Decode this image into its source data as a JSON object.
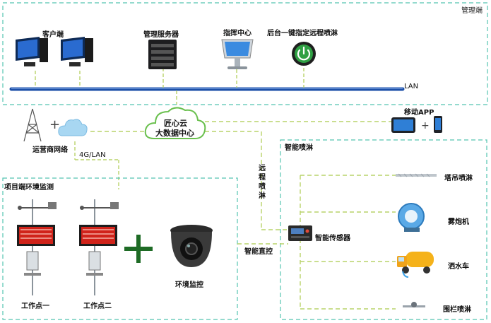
{
  "sections": {
    "management": "管理端",
    "project_env": "项目端环境监测"
  },
  "top_devices": {
    "client": "客户端",
    "server": "管理服务器",
    "command": "指挥中心",
    "remote_spray": "后台一键指定远程喷淋"
  },
  "lan_label": "LAN",
  "cloud": {
    "line1": "匠心云",
    "line2": "大数据中心"
  },
  "operator": "运营商网络",
  "link_4g": "4G/LAN",
  "mobile_app": "移动APP",
  "smart_spray": "智能喷淋",
  "remote_vertical": "远程喷淋",
  "smart_control": "智能直控",
  "smart_sensor": "智能传感器",
  "workpoints": [
    "工作点一",
    "工作点二"
  ],
  "env_monitor": "环境监控",
  "outputs": {
    "tower_crane": "塔吊喷淋",
    "fog_cannon": "雾炮机",
    "sprinkler_truck": "洒水车",
    "fence_spray": "围栏喷淋"
  },
  "colors": {
    "border_dash": "#55c4b0",
    "link_dash": "#b9d36a",
    "lan": "#1c4fa8",
    "led_red": "#d0231a"
  }
}
